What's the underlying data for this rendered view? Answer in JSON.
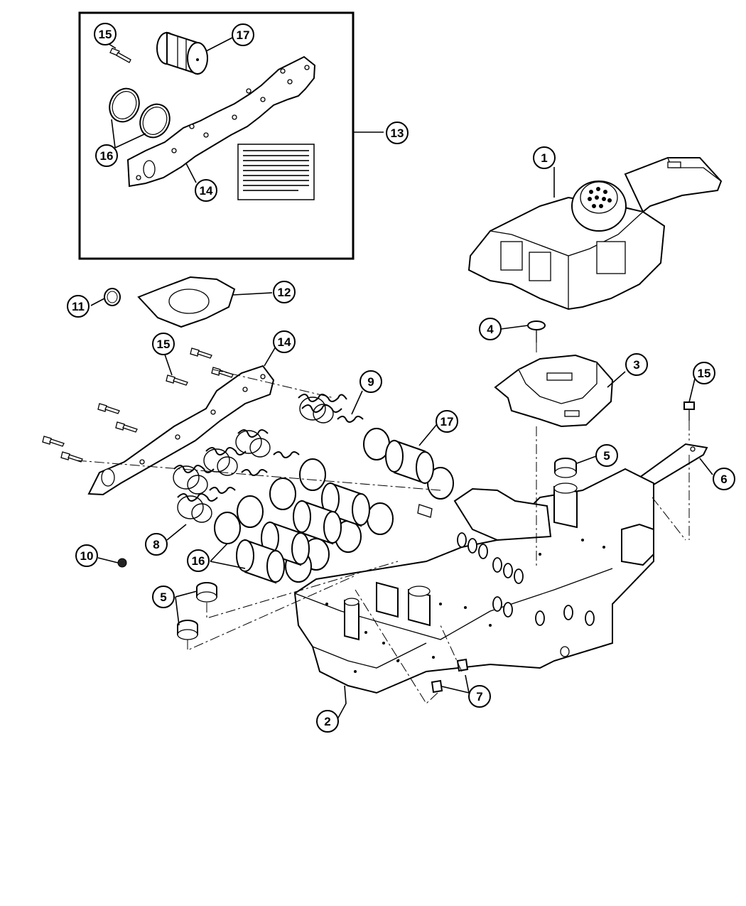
{
  "callouts": {
    "c1": "1",
    "c2": "2",
    "c3": "3",
    "c4": "4",
    "c5a": "5",
    "c5b": "5",
    "c6": "6",
    "c7": "7",
    "c8": "8",
    "c9": "9",
    "c10": "10",
    "c11": "11",
    "c12": "12",
    "c13": "13",
    "c14a": "14",
    "c14b": "14",
    "c15a": "15",
    "c15b": "15",
    "c15c": "15",
    "c16a": "16",
    "c16b": "16",
    "c17a": "17",
    "c17b": "17"
  }
}
